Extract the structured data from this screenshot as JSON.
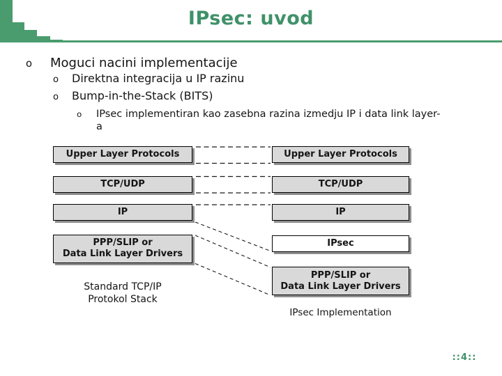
{
  "meta": {
    "accent_color": "#3f9169",
    "stair_color": "#4a9c6e",
    "box_fill": "#d9d9d9",
    "ipsec_box_fill": "#ffffff",
    "box_shadow_color": "#8f8f8f",
    "text_color": "#141414"
  },
  "header": {
    "title": "IPsec: uvod"
  },
  "bullets": {
    "marker": "o",
    "level1": "Moguci nacini implementacije",
    "level2": [
      {
        "label": "Direktna integracija u IP razinu"
      },
      {
        "label": "Bump-in-the-Stack (BITS)"
      }
    ],
    "level3": {
      "line1": "IPsec implementiran kao zasebna razina izmedju IP i data link layer-",
      "line2": "a"
    }
  },
  "diagram": {
    "left_stack": {
      "boxes": [
        {
          "line1": "Upper Layer Protocols"
        },
        {
          "line1": "TCP/UDP"
        },
        {
          "line1": "IP"
        },
        {
          "line1": "PPP/SLIP or",
          "line2": "Data Link Layer Drivers"
        }
      ],
      "caption": {
        "line1": "Standard TCP/IP",
        "line2": "Protokol Stack"
      }
    },
    "right_stack": {
      "boxes": [
        {
          "line1": "Upper Layer Protocols"
        },
        {
          "line1": "TCP/UDP"
        },
        {
          "line1": "IP"
        },
        {
          "line1": "IPsec"
        },
        {
          "line1": "PPP/SLIP or",
          "line2": "Data Link Layer Drivers"
        }
      ],
      "caption": "IPsec Implementation"
    }
  },
  "footer": {
    "page_number": "::4::"
  }
}
